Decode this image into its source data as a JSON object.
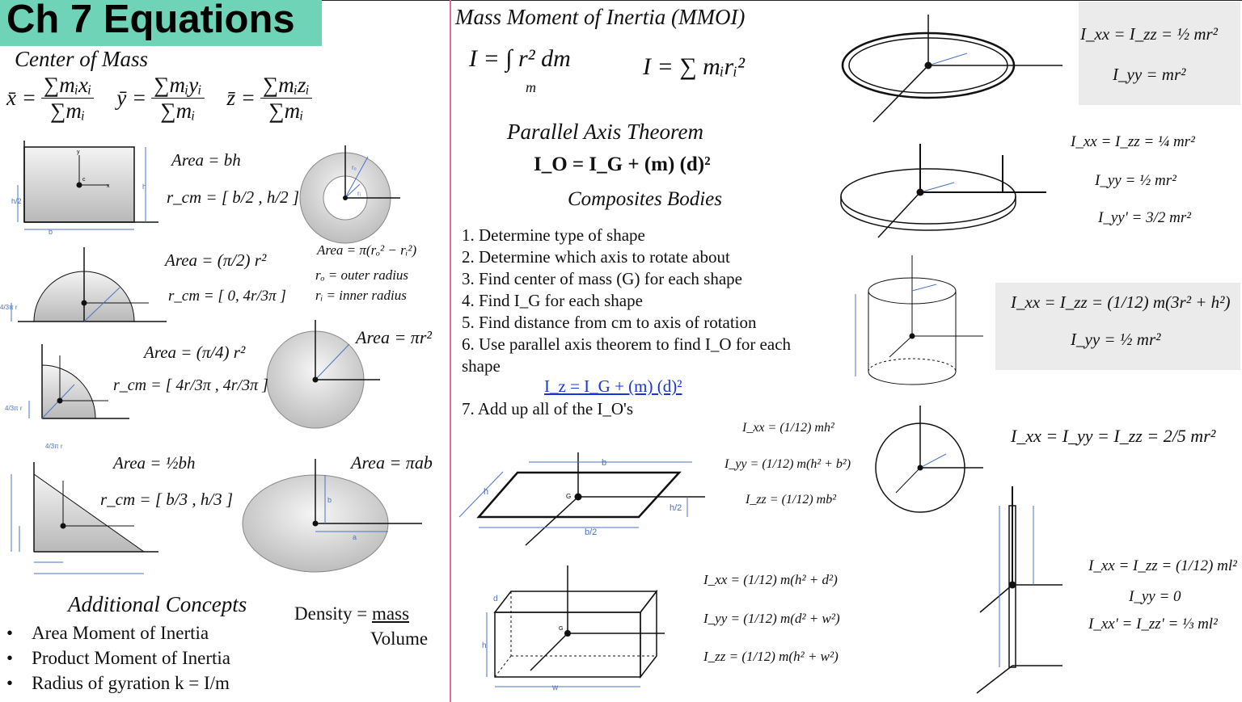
{
  "title": "Ch 7 Equations",
  "left": {
    "com_heading": "Center of Mass",
    "com_eq": {
      "xbar": "x̄ =",
      "ybar": "ȳ =",
      "zbar": "z̄ =",
      "num_x": "∑mᵢxᵢ",
      "num_y": "∑mᵢyᵢ",
      "num_z": "∑mᵢzᵢ",
      "den": "∑mᵢ"
    },
    "rect": {
      "area": "Area = bh",
      "rcm": "r_cm = [ b/2 , h/2 ]",
      "labels": {
        "b": "b",
        "h": "h",
        "h2": "h/2",
        "c": "c",
        "x": "x",
        "y": "y"
      }
    },
    "ring": {
      "area": "Area = π(rₒ² − rᵢ²)",
      "ro": "rₒ = outer radius",
      "ri": "rᵢ = inner radius",
      "labels": {
        "ro": "rₒ",
        "ri": "rᵢ"
      }
    },
    "semicircle": {
      "area": "Area = (π/2) r²",
      "rcm": "r_cm = [ 0, 4r/3π ]",
      "offset": "4/3π r"
    },
    "quarter": {
      "area": "Area = (π/4) r²",
      "rcm": "r_cm = [ 4r/3π , 4r/3π ]",
      "offset": "4/3π r"
    },
    "circle": {
      "area": "Area = πr²"
    },
    "triangle": {
      "area": "Area = ½bh",
      "rcm": "r_cm = [ b/3 , h/3 ]"
    },
    "ellipse": {
      "area": "Area = πab",
      "a": "a",
      "b": "b"
    },
    "additional_heading": "Additional Concepts",
    "bullets": [
      "Area Moment of Inertia",
      "Product Moment of Inertia",
      "Radius of gyration k = I/m"
    ],
    "density_label": "Density =",
    "density_num": "mass",
    "density_den": "Volume"
  },
  "middle": {
    "mmoi_heading": "Mass Moment of Inertia (MMOI)",
    "mmoi_integral": "I = ∫ r² dm",
    "mmoi_sub": "m",
    "mmoi_sum": "I = ∑ mᵢrᵢ²",
    "pat_heading": "Parallel Axis Theorem",
    "pat_eq": "I_O = I_G +  (m) (d)²",
    "composites_heading": "Composites Bodies",
    "steps": [
      "1.   Determine type of shape",
      "2.   Determine which axis to rotate about",
      "3.   Find center of mass (G) for each shape",
      "4.   Find I_G for each shape",
      "5.   Find distance from cm to axis of rotation",
      "6.   Use parallel axis theorem to find I_O for each",
      "shape"
    ],
    "iz_link": "I_z = I_G +  (m) (d)²",
    "step7": "7.  Add up all of the I_O's",
    "plate": {
      "ixx": "I_xx = (1/12) mh²",
      "iyy": "I_yy = (1/12) m(h² + b²)",
      "izz": "I_zz = (1/12) mb²",
      "labels": {
        "b": "b",
        "h": "h",
        "b2": "b/2",
        "h2": "h/2",
        "g": "G"
      }
    },
    "box": {
      "ixx": "I_xx = (1/12) m(h² + d²)",
      "iyy": "I_yy = (1/12) m(d² + w²)",
      "izz": "I_zz = (1/12) m(h² + w²)",
      "labels": {
        "d": "d",
        "h": "h",
        "w": "w",
        "g": "G"
      }
    }
  },
  "right": {
    "hoop": {
      "l1": "I_xx = I_zz = ½ mr²",
      "l2": "I_yy = mr²"
    },
    "disk": {
      "l1": "I_xx = I_zz = ¼ mr²",
      "l2": "I_yy = ½ mr²",
      "l3": "I_yy' = 3/2 mr²"
    },
    "cylinder": {
      "l1": "I_xx = I_zz = (1/12) m(3r² + h²)",
      "l2": "I_yy = ½ mr²"
    },
    "sphere": {
      "l1": "I_xx = I_yy = I_zz = 2/5 mr²"
    },
    "rod": {
      "l1": "I_xx = I_zz = (1/12) ml²",
      "l2": "I_yy = 0",
      "l3": "I_xx' = I_zz' = ⅓ ml²"
    }
  },
  "colors": {
    "title_bg": "#6fd3b7",
    "divider": "#e06aa3",
    "shade": "#ebebeb",
    "blue": "#4a72c4",
    "link": "#1a35d6"
  }
}
